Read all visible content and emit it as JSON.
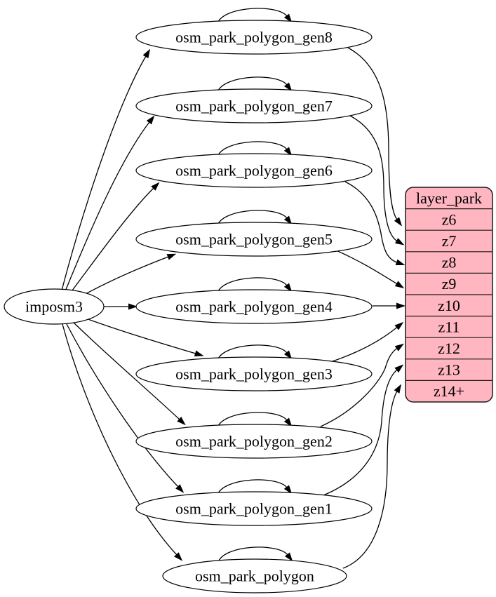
{
  "diagram": {
    "kind": "etl-graph",
    "background": "#ffffff",
    "edge_color": "#000000",
    "node_fill": "#ffffff",
    "imposm_node": {
      "label": "imposm3"
    },
    "tables": [
      {
        "label": "osm_park_polygon_gen8",
        "zoom_row": "z6",
        "self_loop": true
      },
      {
        "label": "osm_park_polygon_gen7",
        "zoom_row": "z7",
        "self_loop": true
      },
      {
        "label": "osm_park_polygon_gen6",
        "zoom_row": "z8",
        "self_loop": true
      },
      {
        "label": "osm_park_polygon_gen5",
        "zoom_row": "z9",
        "self_loop": true
      },
      {
        "label": "osm_park_polygon_gen4",
        "zoom_row": "z10",
        "self_loop": true
      },
      {
        "label": "osm_park_polygon_gen3",
        "zoom_row": "z11",
        "self_loop": true
      },
      {
        "label": "osm_park_polygon_gen2",
        "zoom_row": "z12",
        "self_loop": true
      },
      {
        "label": "osm_park_polygon_gen1",
        "zoom_row": "z13",
        "self_loop": true
      },
      {
        "label": "osm_park_polygon",
        "zoom_row": "z14+",
        "self_loop": true
      }
    ],
    "layer_table": {
      "title": "layer_park",
      "fill": "#ffb6c1",
      "border": "#1a1a1a",
      "rows": [
        "z6",
        "z7",
        "z8",
        "z9",
        "z10",
        "z11",
        "z12",
        "z13",
        "z14+"
      ]
    }
  }
}
